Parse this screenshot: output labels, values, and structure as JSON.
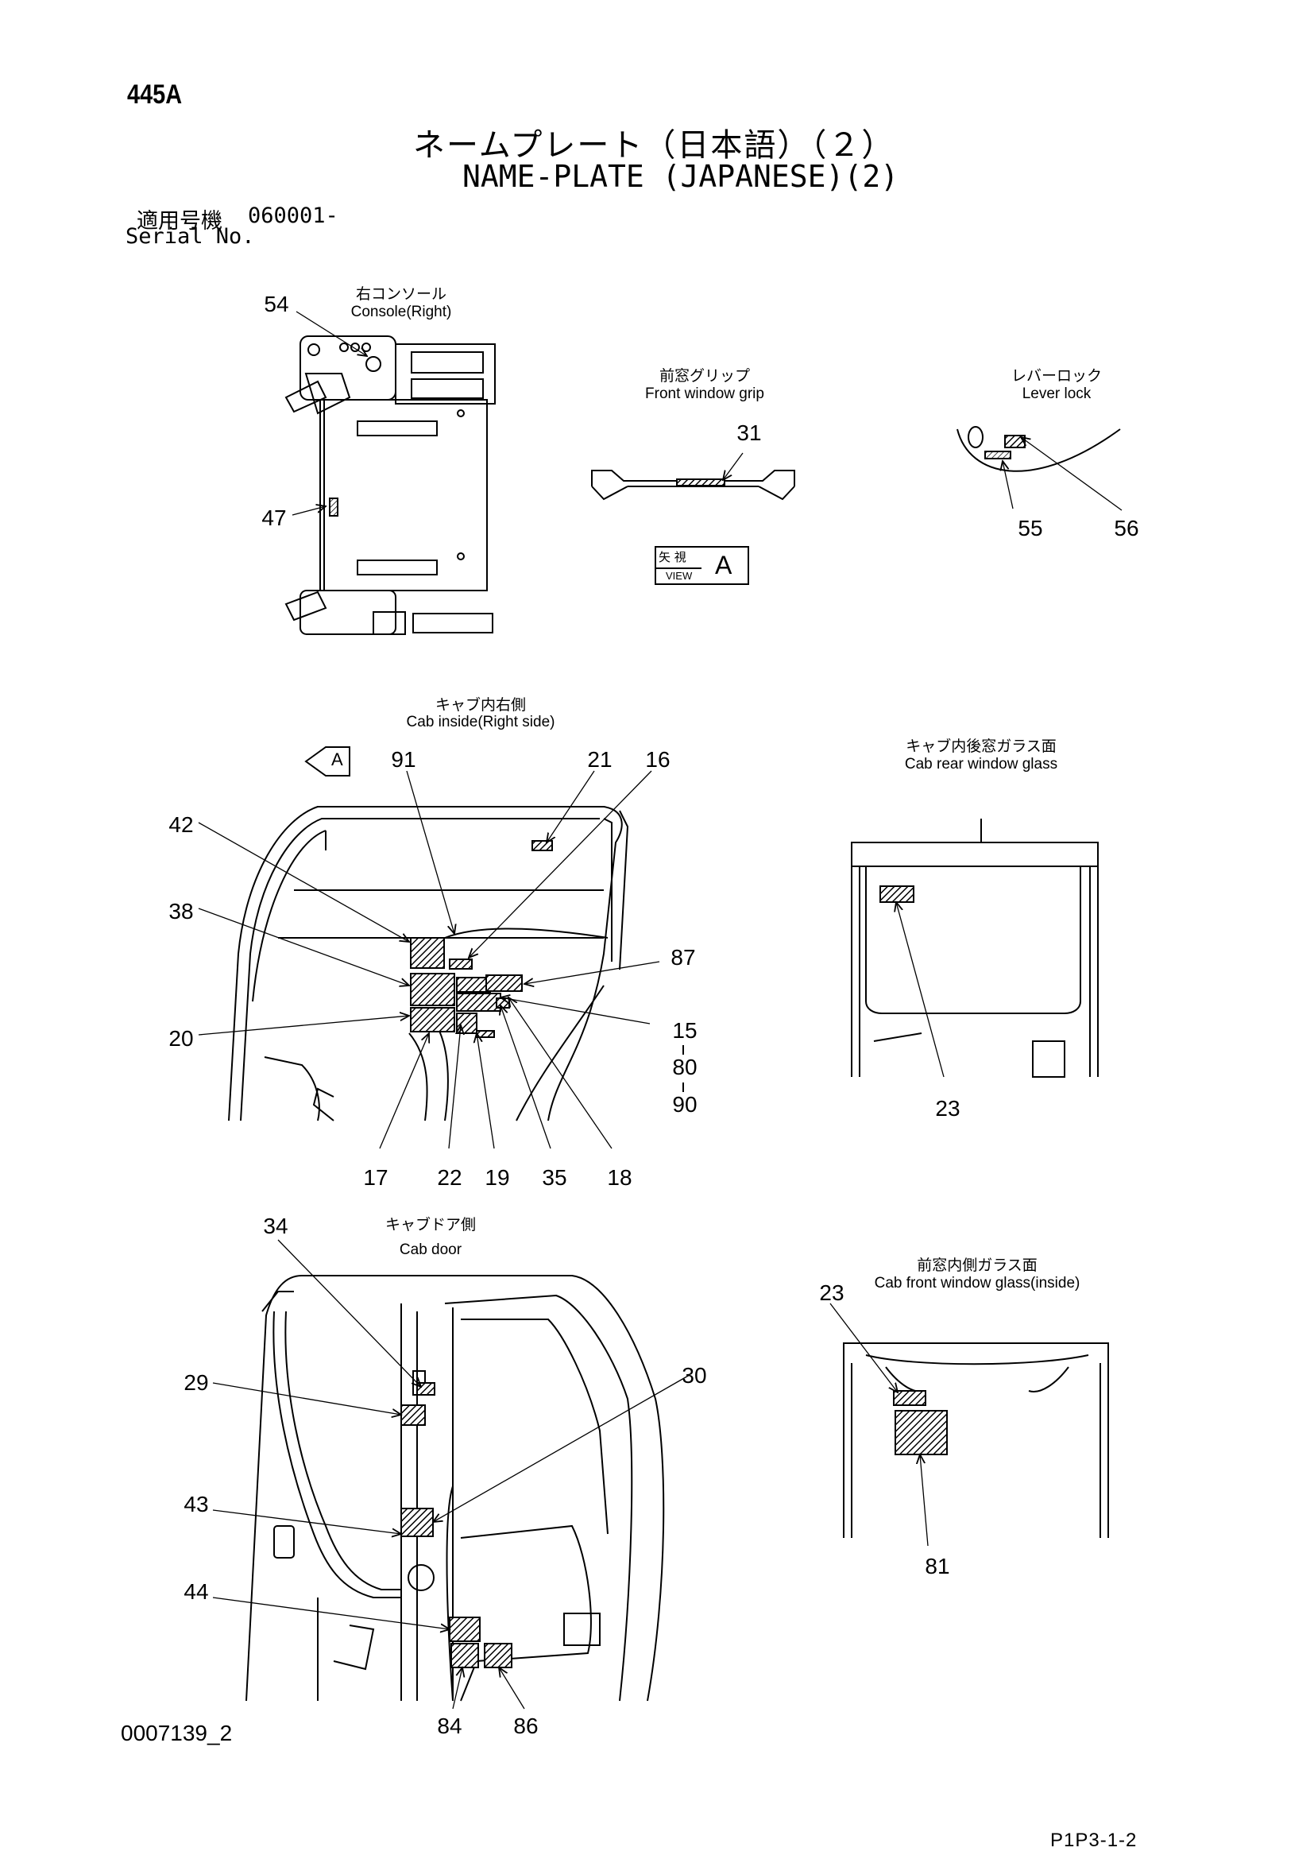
{
  "header": {
    "page_id": "445A",
    "title_jp": "ネームプレート（日本語）（２）",
    "title_en": "NAME-PLATE (JAPANESE)(2)",
    "serial_label_jp": "適用号機",
    "serial_value": "060001-",
    "serial_label_en": "Serial No."
  },
  "views": {
    "console_right": {
      "jp": "右コンソール",
      "en": "Console(Right)"
    },
    "front_window_grip": {
      "jp": "前窓グリップ",
      "en": "Front window grip"
    },
    "lever_lock": {
      "jp": "レバーロック",
      "en": "Lever lock"
    },
    "view_a": {
      "jp": "矢 視",
      "sub": "VIEW",
      "letter": "A"
    },
    "arrow_a": "A",
    "cab_inside_right": {
      "jp": "キャブ内右側",
      "en": "Cab inside(Right side)"
    },
    "cab_rear_window": {
      "jp": "キャブ内後窓ガラス面",
      "en": "Cab rear window glass"
    },
    "cab_door": {
      "jp": "キャブドア側",
      "en": "Cab door"
    },
    "cab_front_window": {
      "jp": "前窓内側ガラス面",
      "en": "Cab front window glass(inside)"
    }
  },
  "callouts": {
    "c54": "54",
    "c47": "47",
    "c31": "31",
    "c55": "55",
    "c56": "56",
    "c91": "91",
    "c21": "21",
    "c16": "16",
    "c42": "42",
    "c38": "38",
    "c87": "87",
    "c20": "20",
    "c15": "15",
    "c80": "80",
    "c90": "90",
    "c17": "17",
    "c22": "22",
    "c19": "19",
    "c35": "35",
    "c18": "18",
    "c23a": "23",
    "c34": "34",
    "c29": "29",
    "c30": "30",
    "c43": "43",
    "c44": "44",
    "c84": "84",
    "c86": "86",
    "c23b": "23",
    "c81": "81"
  },
  "footer": {
    "doc_code": "0007139_2",
    "page_ref": "P1P3-1-2"
  }
}
